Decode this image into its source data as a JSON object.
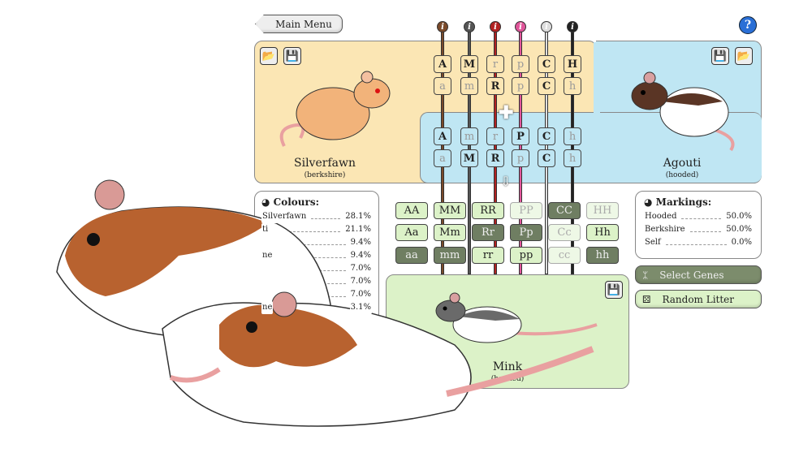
{
  "main_menu_label": "Main Menu",
  "help_label": "?",
  "genes": [
    {
      "color": "#7a4a2a"
    },
    {
      "color": "#555555"
    },
    {
      "color": "#b22222"
    },
    {
      "color": "#e0559a"
    },
    {
      "color": "#dddddd"
    },
    {
      "color": "#222222"
    }
  ],
  "parent1": {
    "name": "Silverfawn",
    "marking": "(berkshire)",
    "allele1": [
      "A",
      "M",
      "r",
      "p",
      "C",
      "H"
    ],
    "allele2": [
      "a",
      "m",
      "R",
      "p",
      "C",
      "h"
    ],
    "dim1": [
      false,
      false,
      true,
      true,
      false,
      false
    ],
    "dim2": [
      true,
      true,
      false,
      true,
      false,
      true
    ]
  },
  "parent2": {
    "name": "Agouti",
    "marking": "(hooded)",
    "allele1": [
      "A",
      "m",
      "r",
      "P",
      "C",
      "h"
    ],
    "allele2": [
      "a",
      "M",
      "R",
      "p",
      "C",
      "h"
    ],
    "dim1": [
      false,
      true,
      true,
      false,
      false,
      true
    ],
    "dim2": [
      true,
      false,
      false,
      true,
      false,
      true
    ]
  },
  "offspring_grid": [
    [
      "AA",
      "MM",
      "RR",
      "PP",
      "CC",
      "HH"
    ],
    [
      "Aa",
      "Mm",
      "Rr",
      "Pp",
      "Cc",
      "Hh"
    ],
    [
      "aa",
      "mm",
      "rr",
      "pp",
      "cc",
      "hh"
    ]
  ],
  "offspring_state": [
    [
      "n",
      "n",
      "n",
      "f",
      "d",
      "f"
    ],
    [
      "n",
      "n",
      "d",
      "d",
      "f",
      "n"
    ],
    [
      "d",
      "d",
      "n",
      "n",
      "f",
      "d"
    ]
  ],
  "colours": {
    "title": "Colours:",
    "items": [
      {
        "name": "Silverfawn",
        "pct": "28.1%"
      },
      {
        "name": "ti",
        "pct": "21.1%"
      },
      {
        "name": "",
        "pct": "9.4%"
      },
      {
        "name": "ne",
        "pct": "9.4%"
      },
      {
        "name": "",
        "pct": "7.0%"
      },
      {
        "name": "",
        "pct": "7.0%"
      },
      {
        "name": "",
        "pct": "7.0%"
      },
      {
        "name": "ne",
        "pct": "3.1%"
      }
    ]
  },
  "markings": {
    "title": "Markings:",
    "items": [
      {
        "name": "Hooded",
        "pct": "50.0%"
      },
      {
        "name": "Berkshire",
        "pct": "50.0%"
      },
      {
        "name": "Self",
        "pct": "0.0%"
      }
    ]
  },
  "select_genes_label": "Select Genes",
  "random_litter_label": "Random Litter",
  "offspring": {
    "name": "Mink",
    "marking": "(hooded)"
  }
}
